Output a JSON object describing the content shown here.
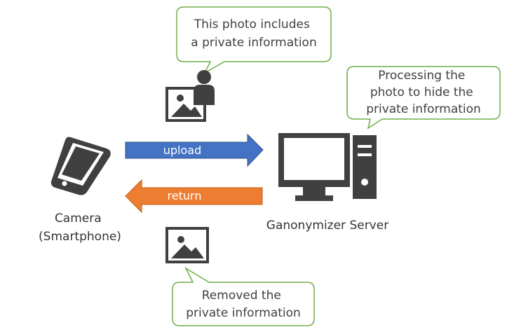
{
  "colors": {
    "icon": "#404040",
    "bubble_border": "#70ad47",
    "upload_arrow": "#4472c4",
    "return_arrow": "#ed7d31"
  },
  "bubbles": {
    "photo_note": [
      "This photo includes",
      "a private information"
    ],
    "server_note": [
      "Processing the",
      "photo to hide the",
      "private information"
    ],
    "result_note": [
      "Removed the",
      "private information"
    ]
  },
  "arrows": {
    "upload": "upload",
    "return": "return"
  },
  "labels": {
    "camera": [
      "Camera",
      "(Smartphone)"
    ],
    "server": "Ganonymizer Server"
  },
  "icons": {
    "smartphone": "smartphone-icon",
    "server": "desktop-computer-icon",
    "photo_with_person": "photo-with-person-icon",
    "clean_photo": "photo-icon"
  }
}
